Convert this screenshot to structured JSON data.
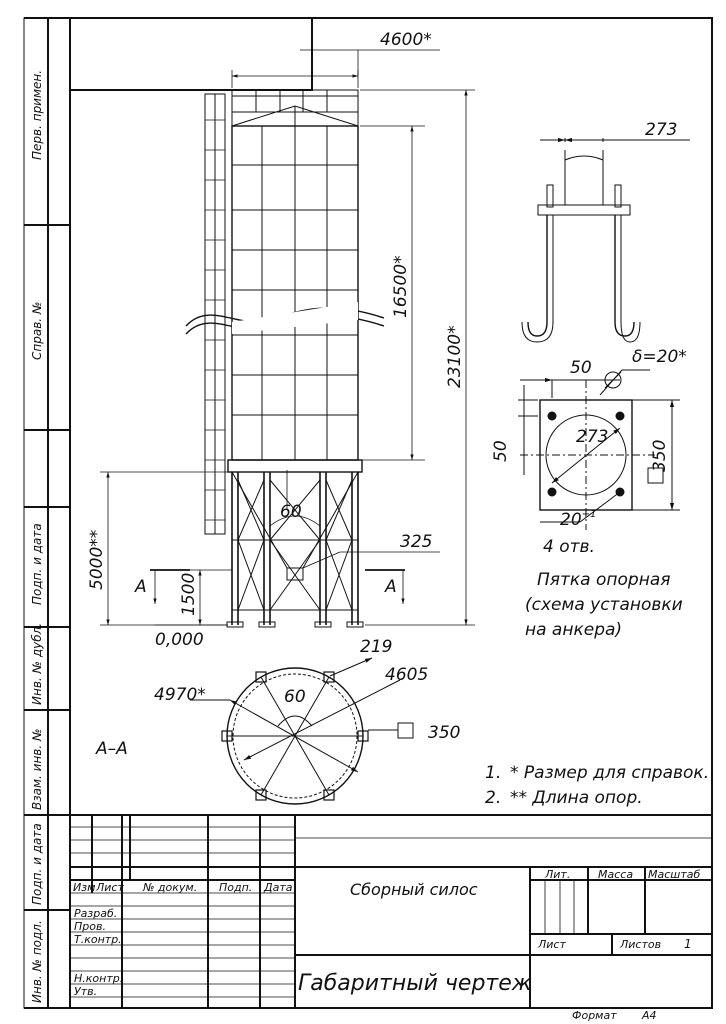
{
  "side_columns": [
    "Перв. примен.",
    "Справ. №",
    "Подп. и дата",
    "Инв. № дубл.",
    "Взам. инв. №",
    "Подп. и дата",
    "Инв. № подл."
  ],
  "dimensions": {
    "top_width": "4600*",
    "upper_height": "16500*",
    "total_height": "23100*",
    "support_height": "5000**",
    "brace_height": "1500",
    "zero_level": "0,000",
    "brace_angle": "60",
    "hatch_width": "325",
    "section_marker": "А"
  },
  "section_view": {
    "label": "А–А",
    "diameter": "4970*",
    "bolt_circle": "4605",
    "plate_offset": "219",
    "angle": "60",
    "plate_size": "350"
  },
  "heel_detail": {
    "pipe_diameter": "273",
    "bolt_offset": "50",
    "plate_thickness": "δ=20*",
    "side_offset": "50",
    "inner_circle": "273",
    "plate_width": "350",
    "hole_size": "20",
    "hole_size_sup": "+1",
    "hole_count": "4 отв.",
    "caption_line1": "Пятка опорная",
    "caption_line2": "(схема установки",
    "caption_line3": "на анкера)"
  },
  "notes": {
    "note1_num": "1.",
    "note1_text": "*  Размер для справок.",
    "note2_num": "2.",
    "note2_text": "** Длина опор."
  },
  "title_block": {
    "headers": [
      "Изм",
      "Лист",
      "№ докум.",
      "Подп.",
      "Дата"
    ],
    "roles": [
      "Разраб.",
      "Пров.",
      "Т.контр.",
      "",
      "Н.контр.",
      "Утв."
    ],
    "product_name": "Сборный силос",
    "drawing_name": "Габаритный чертеж",
    "lit": "Лит.",
    "mass": "Масса",
    "scale": "Масштаб",
    "sheet": "Лист",
    "sheets": "Листов",
    "sheets_count": "1"
  },
  "format": {
    "label": "Формат",
    "value": "А4"
  }
}
